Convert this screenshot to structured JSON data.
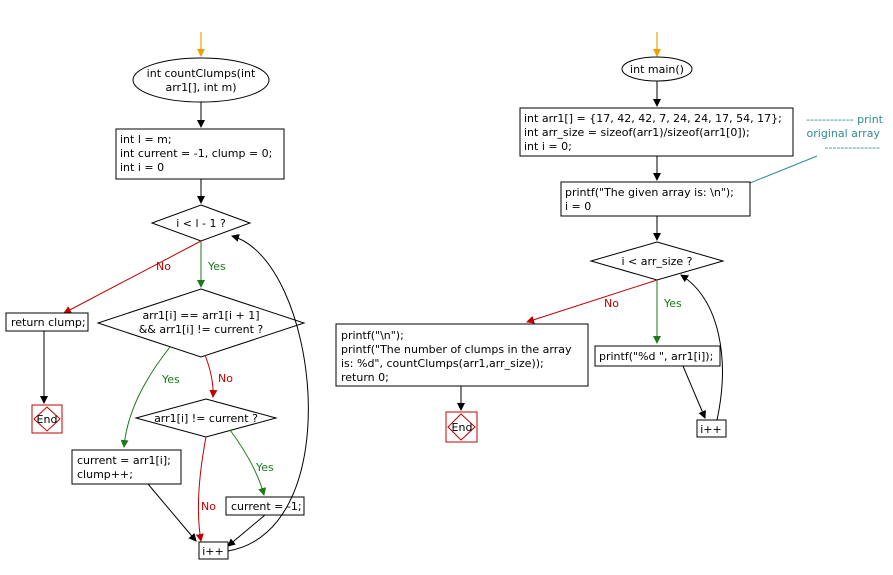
{
  "left_chart": {
    "start": [
      "int countClumps(int",
      "arr1[], int m)"
    ],
    "init": [
      "int l = m;",
      "int current = -1, clump = 0;",
      "int i = 0"
    ],
    "cond_loop": "i < l - 1 ?",
    "return_box": "return clump;",
    "end_label": "End",
    "cond_equal": [
      "arr1[i] == arr1[i + 1]",
      "&& arr1[i] != current ?"
    ],
    "cond_current": "arr1[i] != current ?",
    "assign_clump": [
      "current = arr1[i];",
      "clump++;"
    ],
    "reset_current": "current = -1;",
    "increment": "i++",
    "yes": "Yes",
    "no": "No"
  },
  "right_chart": {
    "start": "int main()",
    "decl": [
      "int arr1[] = {17, 42, 42, 7, 24, 24, 17, 54, 17};",
      "int arr_size = sizeof(arr1)/sizeof(arr1[0]);",
      "int i = 0;"
    ],
    "comment": [
      "------------ print",
      "original array",
      "--------------"
    ],
    "print_header": [
      "printf(\"The given array is:  \\n\");",
      "i = 0"
    ],
    "cond_loop": "i < arr_size ?",
    "print_result": [
      "printf(\"\\n\");",
      "printf(\"The number of clumps in the array",
      "is:  %d\", countClumps(arr1,arr_size));",
      "return 0;"
    ],
    "print_elem": "printf(\"%d  \", arr1[i]);",
    "increment": "i++",
    "end_label": "End",
    "yes": "Yes",
    "no": "No"
  },
  "colors": {
    "start_arrow": "#f0a000",
    "yes": "#1a7a1a",
    "no": "#c00000",
    "end_border": "#c00000",
    "comment": "#2e8b8b"
  }
}
